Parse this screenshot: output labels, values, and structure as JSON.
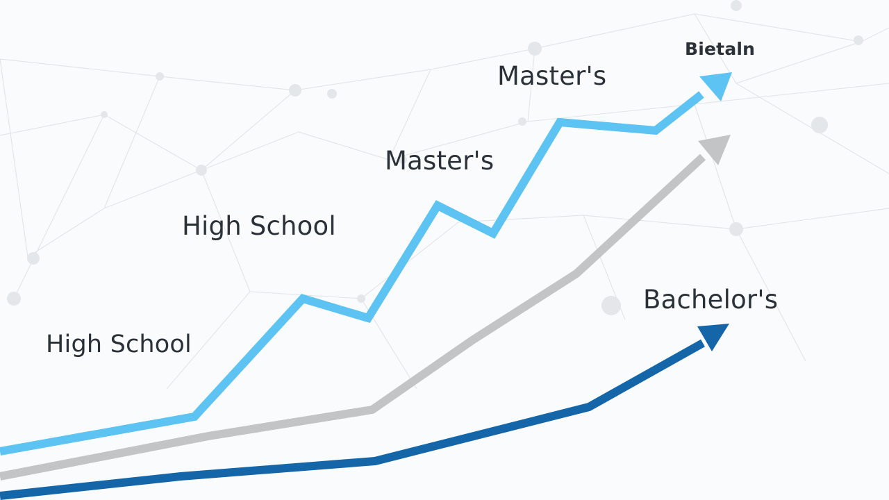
{
  "labels": {
    "high_school_lower": "High School",
    "high_school_upper": "High School",
    "masters_lower": "Master's",
    "masters_upper": "Master's",
    "bachelors": "Bachelor's",
    "top_right": "Bietaln"
  },
  "colors": {
    "background": "#fafbfc",
    "light_blue_line": "#5cc3f2",
    "gray_line": "#c2c4c6",
    "dark_blue_line": "#1466a8",
    "label_text": "#2b3138",
    "network_pattern": "#d9dde1"
  }
}
